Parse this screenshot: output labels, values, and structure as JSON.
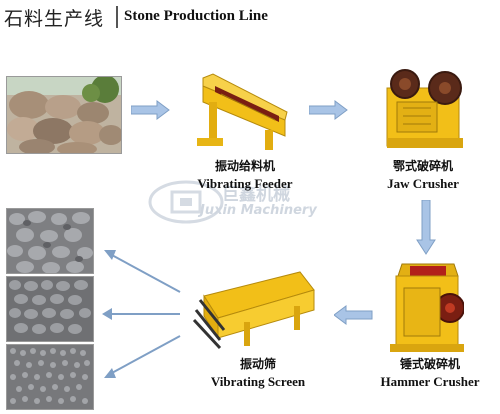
{
  "header": {
    "title_cn": "石料生产线",
    "title_en": "Stone Production Line"
  },
  "watermark": {
    "line1": "巨鑫机械",
    "line2": "Juxin Machinery",
    "color": "#cfd6df"
  },
  "machines": {
    "feeder": {
      "label_cn": "振动给料机",
      "label_en": "Vibrating Feeder"
    },
    "jaw": {
      "label_cn": "鄂式破碎机",
      "label_en": "Jaw Crusher"
    },
    "hammer": {
      "label_cn": "锤式破碎机",
      "label_en": "Hammer Crusher"
    },
    "screen": {
      "label_cn": "振动筛",
      "label_en": "Vibrating Screen"
    }
  },
  "colors": {
    "machine_yellow": "#f2bf18",
    "arrow_blue": "#8fb2dc",
    "arrow_gray": "#7f9fc5"
  }
}
